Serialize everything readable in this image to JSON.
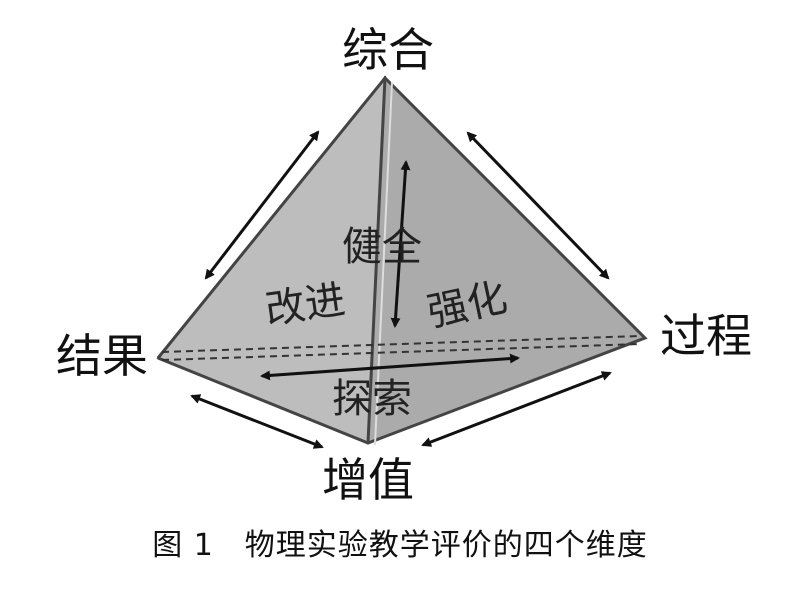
{
  "vertices": {
    "top": "综合",
    "left": "结果",
    "right": "过程",
    "bottom": "增值"
  },
  "faces": {
    "center": "健全",
    "left": "改进",
    "right": "强化",
    "bottom": "探索"
  },
  "caption": "图 1　物理实验教学评价的四个维度",
  "colors": {
    "face_light": "#b9b9b9",
    "face_mid": "#a8a8a8",
    "edge": "#555555",
    "arrow": "#111111"
  }
}
